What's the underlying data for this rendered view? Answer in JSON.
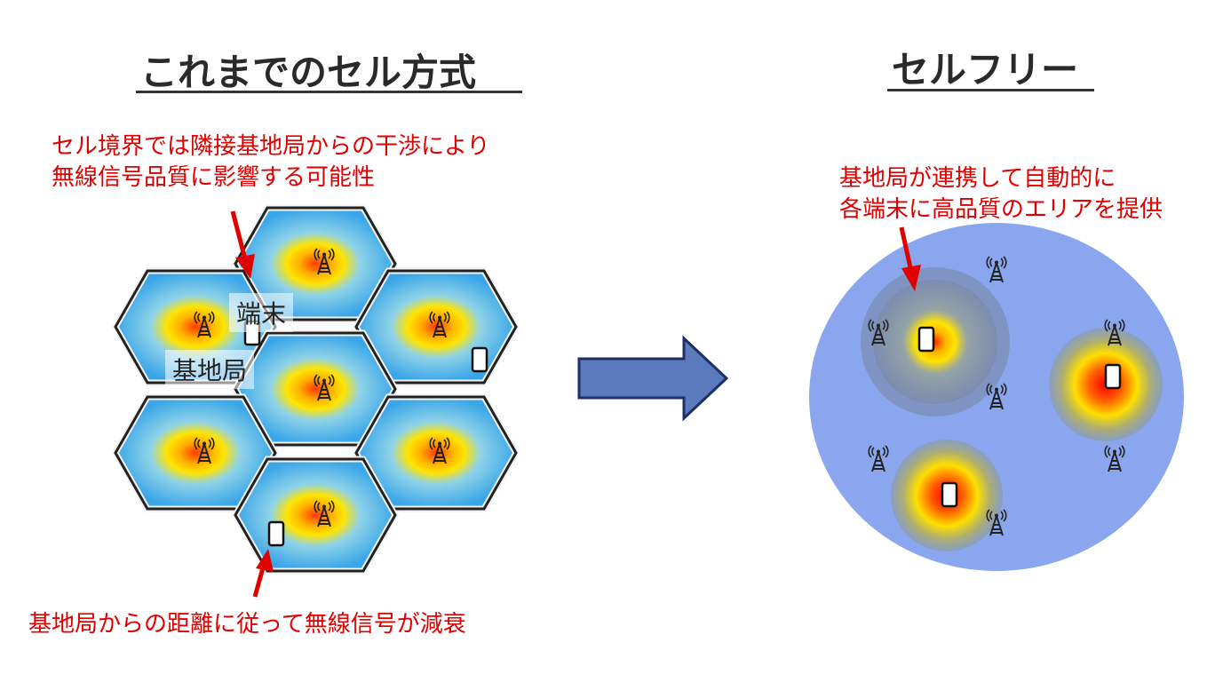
{
  "left": {
    "title": "これまでのセル方式",
    "note_top": [
      "セル境界では隣接基地局からの干渉により",
      "無線信号品質に影響する可能性"
    ],
    "note_bottom": "基地局からの距離に従って無線信号が減衰",
    "label_terminal": "端末",
    "label_base_station": "基地局"
  },
  "right": {
    "title": "セルフリー",
    "note_top": [
      "基地局が連携して自動的に",
      "各端末に高品質のエリアを提供"
    ]
  },
  "colors": {
    "annotation_red": "#e00000",
    "cell_blue": "#3aa6e8",
    "hex_border": "#222222",
    "area_blue": "#8aa6ee",
    "arrow_fill": "#5b79bd",
    "arrow_stroke": "#1e2f66"
  },
  "icons": {
    "base_station": "antenna-tower-icon",
    "terminal": "smartphone-icon"
  }
}
